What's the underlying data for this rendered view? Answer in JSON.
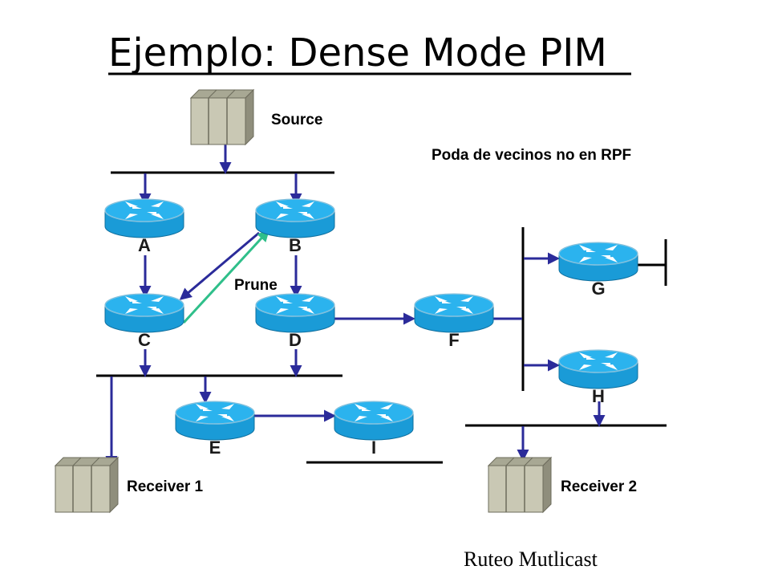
{
  "title": "Ejemplo: Dense Mode PIM",
  "annotations": {
    "source": "Source",
    "note": "Poda de vecinos no en RPF",
    "prune": "Prune",
    "receiver1": "Receiver 1",
    "receiver2": "Receiver 2"
  },
  "routers": {
    "A": "A",
    "B": "B",
    "C": "C",
    "D": "D",
    "E": "E",
    "F": "F",
    "G": "G",
    "H": "H",
    "I": "I"
  },
  "footer": "Ruteo Mutlicast",
  "colors": {
    "router_body": "#1a9bd7",
    "router_top": "#2bb3ee",
    "flow_arrow": "#2b2b9a",
    "prune_arrow": "#2fbf8a",
    "server": "#c9c8b4"
  }
}
